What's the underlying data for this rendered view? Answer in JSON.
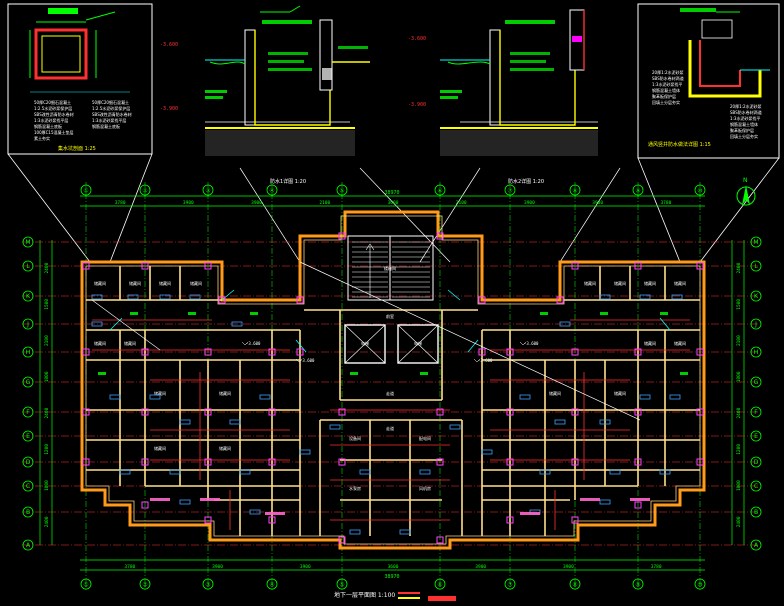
{
  "details": {
    "detail_1": {
      "caption": "集水坑剖面 1:25",
      "note_lines": [
        "50厚C20细石混凝土",
        "1:2.5水泥砂浆保护层",
        "SBS改性沥青防水卷材",
        "1:3水泥砂浆找平层",
        "钢筋混凝土底板",
        "100厚C15混凝土垫层",
        "素土夯实"
      ]
    },
    "detail_2": {
      "caption": "防水1详图 1:20",
      "tag_1": "-3.600",
      "tag_2": "-3.900"
    },
    "detail_3": {
      "caption": "防水2详图 1:20",
      "tag_1": "-3.600",
      "tag_2": "-3.900"
    },
    "detail_4": {
      "caption": "通风竖井防水做法详图 1:15",
      "note_lines": [
        "20厚1:2水泥砂浆",
        "SBS防水卷材两道",
        "1:3水泥砂浆找平",
        "钢筋混凝土墙体",
        "聚苯板保护层",
        "回填土分层夯实"
      ]
    }
  },
  "plan": {
    "title": "地下一层平面图 1:100",
    "overall_dim": "38970",
    "top_dims": [
      "3780",
      "3900",
      "3900",
      "2100",
      "3600",
      "2100",
      "3900",
      "3900",
      "3780"
    ],
    "bottom_dims": [
      "3780",
      "3900",
      "3900",
      "3600",
      "3900",
      "3900",
      "3780"
    ],
    "side_dims": [
      "2400",
      "1500",
      "2100",
      "1800",
      "2400",
      "1200",
      "1800",
      "2400"
    ],
    "axes_top": [
      "①",
      "②",
      "③",
      "④",
      "⑤",
      "⑥",
      "⑦",
      "⑧",
      "⑨",
      "⑩"
    ],
    "axes_side": [
      "M",
      "L",
      "K",
      "J",
      "H",
      "G",
      "F",
      "E",
      "D",
      "C",
      "B",
      "A"
    ],
    "level_tags": [
      "-3.600",
      "-3.600",
      "-3.600",
      "-3.600"
    ],
    "room_labels": [
      "储藏间",
      "储藏间",
      "储藏间",
      "储藏间",
      "储藏间",
      "储藏间",
      "储藏间",
      "储藏间",
      "储藏间",
      "储藏间",
      "电梯",
      "电梯",
      "楼梯间",
      "前室",
      "走道",
      "走道",
      "设备间",
      "配电间",
      "水泵房",
      "风机房",
      "储藏间",
      "储藏间",
      "储藏间",
      "储藏间",
      "储藏间",
      "储藏间",
      "储藏间",
      "储藏间"
    ]
  },
  "compass": {
    "label": "N"
  }
}
